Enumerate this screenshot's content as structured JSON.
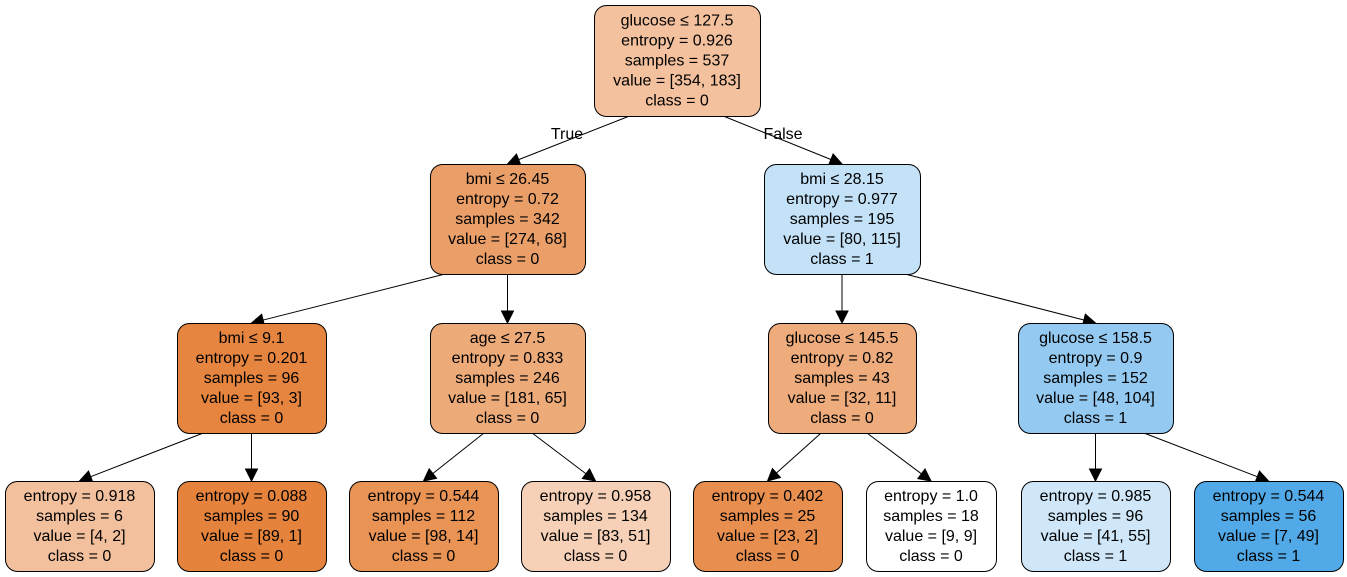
{
  "nodes": [
    {
      "id": "n0",
      "fill": "#f3c19d",
      "lines": [
        "glucose ≤ 127.5",
        "entropy = 0.926",
        "samples = 537",
        "value = [354, 183]",
        "class = 0"
      ]
    },
    {
      "id": "n1",
      "fill": "#eb9f68",
      "lines": [
        "bmi ≤ 26.45",
        "entropy = 0.72",
        "samples = 342",
        "value = [274, 68]",
        "class = 0"
      ]
    },
    {
      "id": "n2",
      "fill": "#c3e1f7",
      "lines": [
        "bmi ≤ 28.15",
        "entropy = 0.977",
        "samples = 195",
        "value = [80, 115]",
        "class = 1"
      ]
    },
    {
      "id": "n3",
      "fill": "#e6853f",
      "lines": [
        "bmi ≤ 9.1",
        "entropy = 0.201",
        "samples = 96",
        "value = [93, 3]",
        "class = 0"
      ]
    },
    {
      "id": "n4",
      "fill": "#eeab7a",
      "lines": [
        "age ≤ 27.5",
        "entropy = 0.833",
        "samples = 246",
        "value = [181, 65]",
        "class = 0"
      ]
    },
    {
      "id": "n5",
      "fill": "#eeab7b",
      "lines": [
        "glucose ≤ 145.5",
        "entropy = 0.82",
        "samples = 43",
        "value = [32, 11]",
        "class = 0"
      ]
    },
    {
      "id": "n6",
      "fill": "#94caf1",
      "lines": [
        "glucose ≤ 158.5",
        "entropy = 0.9",
        "samples = 152",
        "value = [48, 104]",
        "class = 1"
      ]
    },
    {
      "id": "n7",
      "fill": "#f2c09c",
      "lines": [
        "entropy = 0.918",
        "samples = 6",
        "value = [4, 2]",
        "class = 0"
      ]
    },
    {
      "id": "n8",
      "fill": "#e5833c",
      "lines": [
        "entropy = 0.088",
        "samples = 90",
        "value = [89, 1]",
        "class = 0"
      ]
    },
    {
      "id": "n9",
      "fill": "#e99355",
      "lines": [
        "entropy = 0.544",
        "samples = 112",
        "value = [98, 14]",
        "class = 0"
      ]
    },
    {
      "id": "n10",
      "fill": "#f6d1b7",
      "lines": [
        "entropy = 0.958",
        "samples = 134",
        "value = [83, 51]",
        "class = 0"
      ]
    },
    {
      "id": "n11",
      "fill": "#e88f4f",
      "lines": [
        "entropy = 0.402",
        "samples = 25",
        "value = [23, 2]",
        "class = 0"
      ]
    },
    {
      "id": "n12",
      "fill": "#ffffff",
      "lines": [
        "entropy = 1.0",
        "samples = 18",
        "value = [9, 9]",
        "class = 0"
      ]
    },
    {
      "id": "n13",
      "fill": "#cfe7f9",
      "lines": [
        "entropy = 0.985",
        "samples = 96",
        "value = [41, 55]",
        "class = 1"
      ]
    },
    {
      "id": "n14",
      "fill": "#52a9e8",
      "lines": [
        "entropy = 0.544",
        "samples = 56",
        "value = [7, 49]",
        "class = 1"
      ]
    }
  ],
  "edges": [
    {
      "from": "n0",
      "to": "n1",
      "label": "True"
    },
    {
      "from": "n0",
      "to": "n2",
      "label": "False"
    },
    {
      "from": "n1",
      "to": "n3",
      "label": ""
    },
    {
      "from": "n1",
      "to": "n4",
      "label": ""
    },
    {
      "from": "n2",
      "to": "n5",
      "label": ""
    },
    {
      "from": "n2",
      "to": "n6",
      "label": ""
    },
    {
      "from": "n3",
      "to": "n7",
      "label": ""
    },
    {
      "from": "n3",
      "to": "n8",
      "label": ""
    },
    {
      "from": "n4",
      "to": "n9",
      "label": ""
    },
    {
      "from": "n4",
      "to": "n10",
      "label": ""
    },
    {
      "from": "n5",
      "to": "n11",
      "label": ""
    },
    {
      "from": "n5",
      "to": "n12",
      "label": ""
    },
    {
      "from": "n6",
      "to": "n13",
      "label": ""
    },
    {
      "from": "n6",
      "to": "n14",
      "label": ""
    }
  ]
}
